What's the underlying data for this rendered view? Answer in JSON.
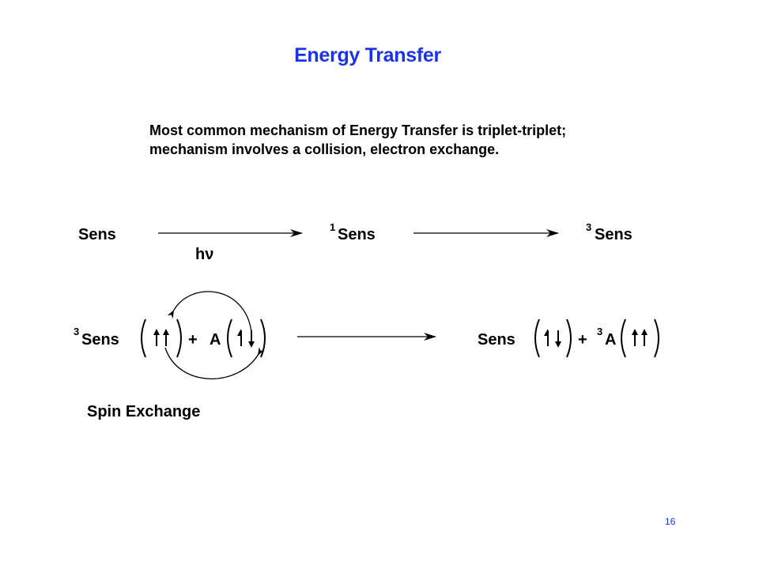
{
  "title": "Energy Transfer",
  "description": {
    "line1": "Most common mechanism of Energy Transfer is triplet-triplet;",
    "line2": "mechanism involves a collision, electron exchange."
  },
  "reaction1": {
    "reactant": "Sens",
    "arrow1_label": "hν",
    "intermediate_sup": "1",
    "intermediate": "Sens",
    "product_sup": "3",
    "product": "Sens"
  },
  "reaction2": {
    "reactant1_sup": "3",
    "reactant1": "Sens",
    "plus1": "+",
    "reactant2": "A",
    "product1": "Sens",
    "plus2": "+",
    "product2_sup": "3",
    "product2": "A",
    "caption": "Spin Exchange"
  },
  "page_number": "16",
  "colors": {
    "title": "#1a33e6",
    "page_number": "#1a33e6",
    "text": "#000000"
  }
}
